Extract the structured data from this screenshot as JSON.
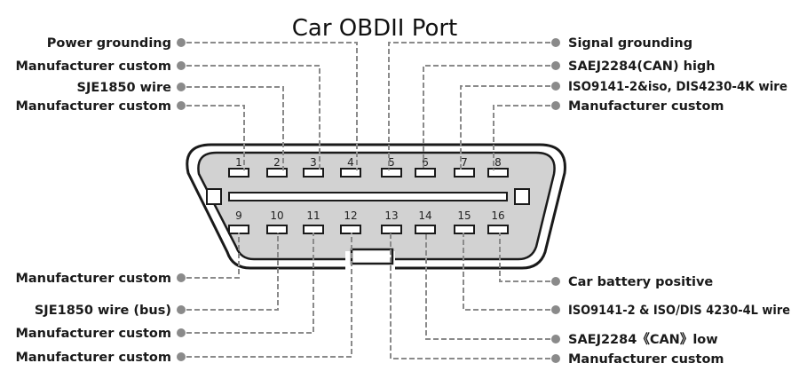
{
  "title": "Car OBDII Port",
  "pins": [
    {
      "num": "1",
      "label": "Manufacturer custom"
    },
    {
      "num": "2",
      "label": "SJE1850 wire"
    },
    {
      "num": "3",
      "label": "Manufacturer custom"
    },
    {
      "num": "4",
      "label": "Power grounding"
    },
    {
      "num": "5",
      "label": "Signal grounding"
    },
    {
      "num": "6",
      "label": "SAEJ2284(CAN) high"
    },
    {
      "num": "7",
      "label": "ISO9141-2&iso, DIS4230-4K wire"
    },
    {
      "num": "8",
      "label": "Manufacturer custom"
    },
    {
      "num": "9",
      "label": "Manufacturer custom"
    },
    {
      "num": "10",
      "label": "SJE1850 wire (bus)"
    },
    {
      "num": "11",
      "label": "Manufacturer custom"
    },
    {
      "num": "12",
      "label": "Manufacturer custom"
    },
    {
      "num": "13",
      "label": "Manufacturer custom"
    },
    {
      "num": "14",
      "label": "SAEJ2284《CAN》low"
    },
    {
      "num": "15",
      "label": "ISO9141-2 & ISO/DIS 4230-4L wire"
    },
    {
      "num": "16",
      "label": "Car battery positive"
    }
  ],
  "colors": {
    "wire": "#8a8a8a",
    "connector_fill": "#d2d2d2",
    "outline": "#1a1a1a"
  }
}
